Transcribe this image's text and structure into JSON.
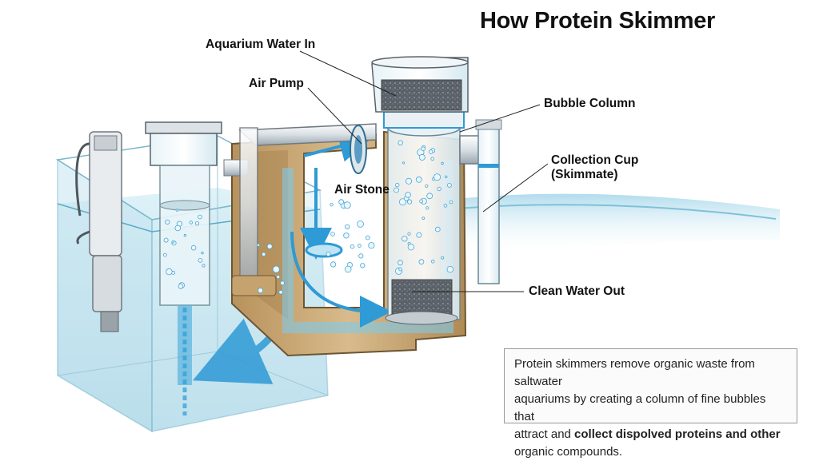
{
  "title": "How Protein Skimmer",
  "labels": {
    "water_in": "Aquarium Water In",
    "air_pump": "Air Pump",
    "air_stone": "Air Stone",
    "bubble_column": "Bubble Column",
    "collection_cup_line1": "Collection Cup",
    "collection_cup_line2": "(Skimmate)",
    "clean_water_out": "Clean Water Out"
  },
  "caption": {
    "line1": "Protein skimmers remove organic waste from saltwater",
    "line2": "aquariums by creating a column of fine bubbles that",
    "line3_normal": "attract and ",
    "line3_bold": "collect dispolved proteins and other",
    "line4": "organic compounds."
  },
  "colors": {
    "water": "#bfe3ef",
    "flow_arrow": "#2e9ad6",
    "housing": "#c9a877",
    "foam_cup": "#5b6168"
  }
}
